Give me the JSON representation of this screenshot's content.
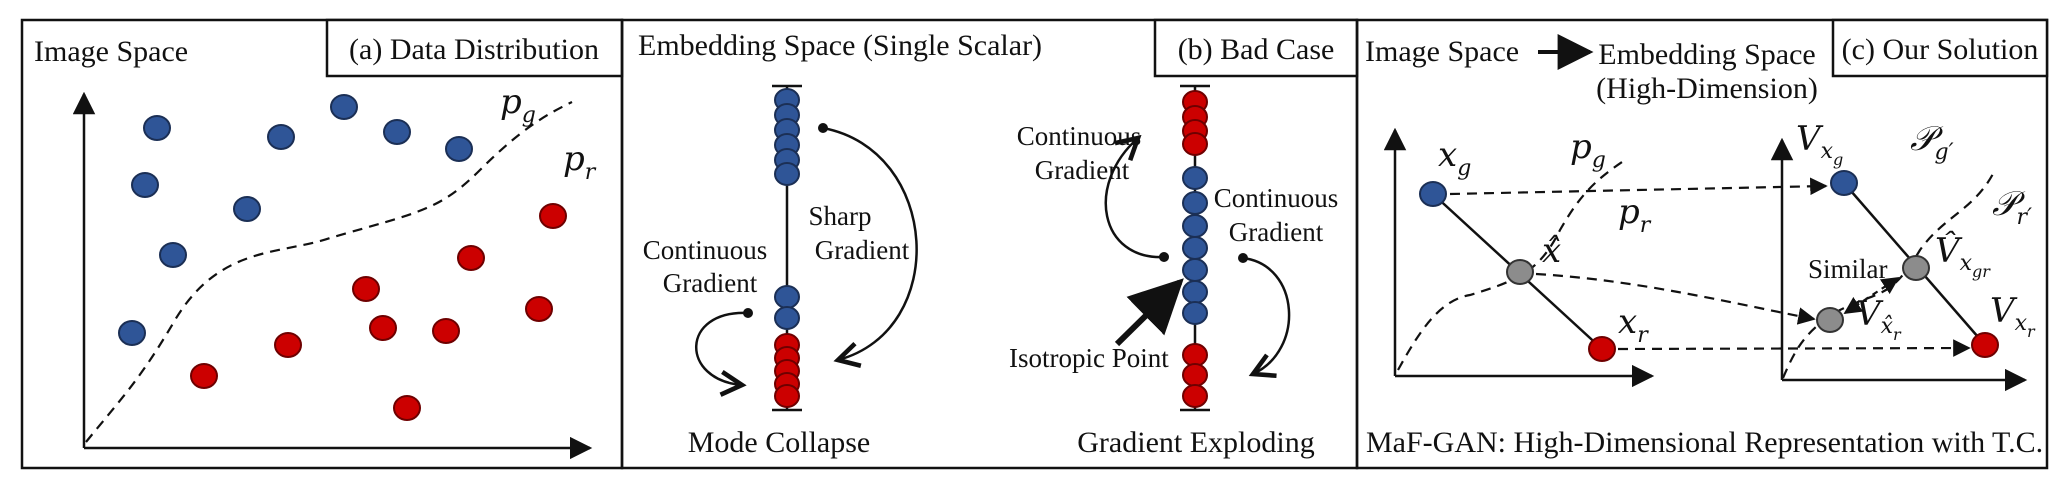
{
  "panel_a": {
    "space_label": "Image Space",
    "title": "(a) Data Distribution",
    "pg_label": "p",
    "pg_sub": "g",
    "pr_label": "p",
    "pr_sub": "r"
  },
  "panel_b": {
    "space_label": "Embedding  Space (Single Scalar)",
    "title": "(b) Bad Case",
    "left": {
      "sharp_1": "Sharp",
      "sharp_2": "Gradient",
      "cont_1": "Continuous",
      "cont_2": "Gradient",
      "caption": "Mode Collapse"
    },
    "right": {
      "cont_left_1": "Continuous",
      "cont_left_2": "Gradient",
      "cont_right_1": "Continuous",
      "cont_right_2": "Gradient",
      "isotropic": "Isotropic Point",
      "caption": "Gradient Exploding"
    }
  },
  "panel_c": {
    "from_label": "Image Space",
    "to_label_1": "Embedding Space",
    "to_label_2": "(High-Dimension)",
    "title": "(c) Our Solution",
    "left": {
      "xg": "x",
      "xg_sub": "g",
      "xr": "x",
      "xr_sub": "r",
      "xhat": "x̂",
      "pg": "p",
      "pg_sub": "g",
      "pr": "p",
      "pr_sub": "r"
    },
    "right": {
      "vxg": "V",
      "vxg_sub": "x",
      "vxg_subsub": "g",
      "vxr": "V",
      "vxr_sub": "x",
      "vxr_subsub": "r",
      "vxgr": "V̂",
      "vxgr_sub": "x",
      "vxgr_subsub": "gr",
      "vxhatr": "V",
      "vxhatr_sub": "x̂",
      "vxhatr_subsub": "r",
      "similar": "Similar",
      "pg_script": "𝒫",
      "pg_sub": "g′",
      "pr_script": "𝒫",
      "pr_sub": "r′"
    },
    "caption": "MaF-GAN:  High-Dimensional Representation  with T.C."
  },
  "colors": {
    "fake": "#2f5597",
    "real": "#cc0000",
    "interpolated": "#8c8c8c"
  }
}
